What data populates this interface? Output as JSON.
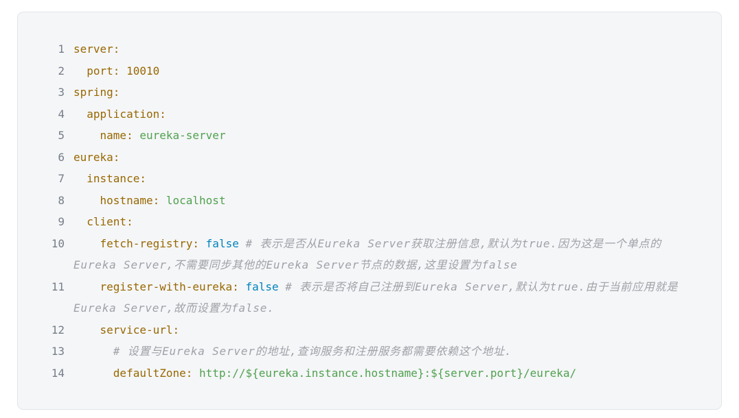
{
  "code_block": {
    "language": "yaml",
    "background": "#f5f6f8",
    "border_color": "#e2e5e9",
    "colors": {
      "key": "#986801",
      "number": "#986801",
      "string": "#50a14f",
      "boolean": "#0184bc",
      "comment": "#a0a1a7",
      "line_number": "#767d87"
    },
    "lines": [
      {
        "num": "1",
        "tokens": [
          {
            "t": "key",
            "v": "server:"
          }
        ]
      },
      {
        "num": "2",
        "tokens": [
          {
            "t": "plain",
            "v": "  "
          },
          {
            "t": "key",
            "v": "port:"
          },
          {
            "t": "plain",
            "v": " "
          },
          {
            "t": "number",
            "v": "10010"
          }
        ]
      },
      {
        "num": "3",
        "tokens": [
          {
            "t": "key",
            "v": "spring:"
          }
        ]
      },
      {
        "num": "4",
        "tokens": [
          {
            "t": "plain",
            "v": "  "
          },
          {
            "t": "key",
            "v": "application:"
          }
        ]
      },
      {
        "num": "5",
        "tokens": [
          {
            "t": "plain",
            "v": "    "
          },
          {
            "t": "key",
            "v": "name:"
          },
          {
            "t": "plain",
            "v": " "
          },
          {
            "t": "string",
            "v": "eureka-server"
          }
        ]
      },
      {
        "num": "6",
        "tokens": [
          {
            "t": "key",
            "v": "eureka:"
          }
        ]
      },
      {
        "num": "7",
        "tokens": [
          {
            "t": "plain",
            "v": "  "
          },
          {
            "t": "key",
            "v": "instance:"
          }
        ]
      },
      {
        "num": "8",
        "tokens": [
          {
            "t": "plain",
            "v": "    "
          },
          {
            "t": "key",
            "v": "hostname:"
          },
          {
            "t": "plain",
            "v": " "
          },
          {
            "t": "string",
            "v": "localhost"
          }
        ]
      },
      {
        "num": "9",
        "tokens": [
          {
            "t": "plain",
            "v": "  "
          },
          {
            "t": "key",
            "v": "client:"
          }
        ]
      },
      {
        "num": "10",
        "tokens": [
          {
            "t": "plain",
            "v": "    "
          },
          {
            "t": "key",
            "v": "fetch-registry:"
          },
          {
            "t": "plain",
            "v": " "
          },
          {
            "t": "boolean",
            "v": "false"
          },
          {
            "t": "plain",
            "v": " "
          },
          {
            "t": "comment",
            "v": "# 表示是否从Eureka Server获取注册信息,默认为true.因为这是一个单点的Eureka Server,不需要同步其他的Eureka Server节点的数据,这里设置为false"
          }
        ]
      },
      {
        "num": "11",
        "tokens": [
          {
            "t": "plain",
            "v": "    "
          },
          {
            "t": "key",
            "v": "register-with-eureka:"
          },
          {
            "t": "plain",
            "v": " "
          },
          {
            "t": "boolean",
            "v": "false"
          },
          {
            "t": "plain",
            "v": " "
          },
          {
            "t": "comment",
            "v": "# 表示是否将自己注册到Eureka Server,默认为true.由于当前应用就是Eureka Server,故而设置为false."
          }
        ]
      },
      {
        "num": "12",
        "tokens": [
          {
            "t": "plain",
            "v": "    "
          },
          {
            "t": "key",
            "v": "service-url:"
          }
        ]
      },
      {
        "num": "13",
        "tokens": [
          {
            "t": "plain",
            "v": "      "
          },
          {
            "t": "comment",
            "v": "# 设置与Eureka Server的地址,查询服务和注册服务都需要依赖这个地址."
          }
        ]
      },
      {
        "num": "14",
        "tokens": [
          {
            "t": "plain",
            "v": "      "
          },
          {
            "t": "key",
            "v": "defaultZone:"
          },
          {
            "t": "plain",
            "v": " "
          },
          {
            "t": "string",
            "v": "http://${eureka.instance.hostname}:${server.port}/eureka/"
          }
        ]
      }
    ]
  }
}
